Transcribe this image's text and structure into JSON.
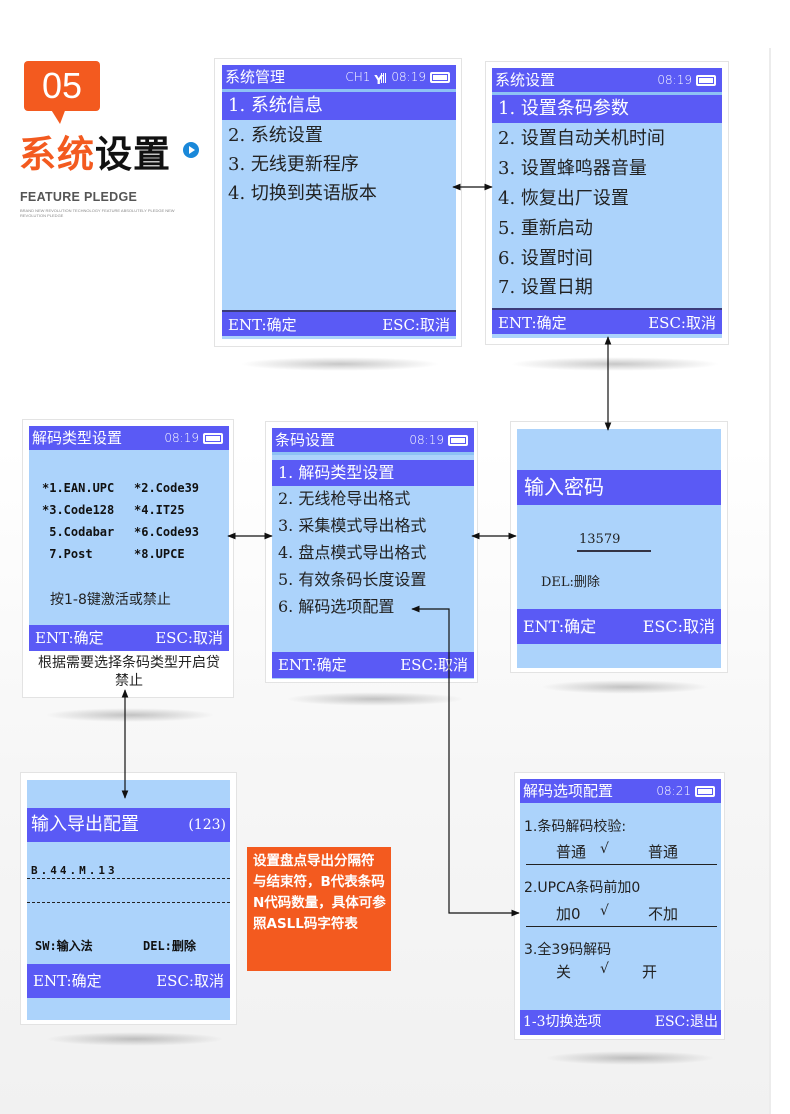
{
  "header": {
    "number": "05",
    "title_red": "系统",
    "title_black": "设置",
    "subtitle": "FEATURE  PLEDGE",
    "tagline": "BRAND NEW REVOLUTION TECHNOLOGY FEATURE ABSOLUTELY PLEDGE NEW REVOLUTION PLEDGE"
  },
  "colors": {
    "accent_orange": "#f35a1f",
    "screen_bg": "#acd3fb",
    "bar_blue": "#5a5af5",
    "play_blue": "#1a88d9"
  },
  "screens": {
    "system_mgmt": {
      "title": "系统管理",
      "channel": "CH1",
      "time": "08:19",
      "items": [
        "1. 系统信息",
        "2. 系统设置",
        "3. 无线更新程序",
        "4. 切换到英语版本"
      ],
      "active_index": 0,
      "ok": "ENT:确定",
      "cancel": "ESC:取消"
    },
    "system_settings": {
      "title": "系统设置",
      "time": "08:19",
      "items": [
        "1. 设置条码参数",
        "2. 设置自动关机时间",
        "3. 设置蜂鸣器音量",
        "4. 恢复出厂设置",
        "5. 重新启动",
        "6. 设置时间",
        "7. 设置日期"
      ],
      "active_index": 0,
      "ok": "ENT:确定",
      "cancel": "ESC:取消"
    },
    "decode_types": {
      "title": "解码类型设置",
      "time": "08:19",
      "codes": [
        [
          "*1.EAN.UPC",
          "*2.Code39"
        ],
        [
          "*3.Code128",
          "*4.IT25"
        ],
        [
          " 5.Codabar",
          "*6.Code93"
        ],
        [
          " 7.Post",
          "*8.UPCE"
        ]
      ],
      "hint": "按1-8键激活或禁止",
      "ok": "ENT:确定",
      "cancel": "ESC:取消",
      "caption": "根据需要选择条码类型开启贷禁止"
    },
    "barcode_settings": {
      "title": "条码设置",
      "time": "08:19",
      "items": [
        "1. 解码类型设置",
        "2. 无线枪导出格式",
        "3. 采集模式导出格式",
        "4. 盘点模式导出格式",
        "5. 有效条码长度设置",
        "6. 解码选项配置"
      ],
      "active_index": 0,
      "ok": "ENT:确定",
      "cancel": "ESC:取消"
    },
    "password": {
      "title": "输入密码",
      "value": "13579",
      "del_hint": "DEL:删除",
      "ok": "ENT:确定",
      "cancel": "ESC:取消"
    },
    "export_config": {
      "title": "输入导出配置",
      "mode": "(123)",
      "value": "B.44.M.13",
      "sw_hint": "SW:输入法",
      "del_hint": "DEL:删除",
      "ok": "ENT:确定",
      "cancel": "ESC:取消"
    },
    "decode_options": {
      "title": "解码选项配置",
      "time": "08:21",
      "options": [
        {
          "label": "1.条码解码校验:",
          "choice_a": "普通",
          "mark": "√",
          "choice_b": "普通"
        },
        {
          "label": "2.UPCA条码前加0",
          "choice_a": "加0",
          "mark": "√",
          "choice_b": "不加"
        },
        {
          "label": "3.全39码解码",
          "choice_a": "关",
          "mark": "√",
          "choice_b": "开"
        }
      ],
      "switch_hint": "1-3切换选项",
      "exit": "ESC:退出"
    }
  },
  "note": "设置盘点导出分隔符与结束符，B代表条码N代码数量，具体可参照ASLL码字符表"
}
